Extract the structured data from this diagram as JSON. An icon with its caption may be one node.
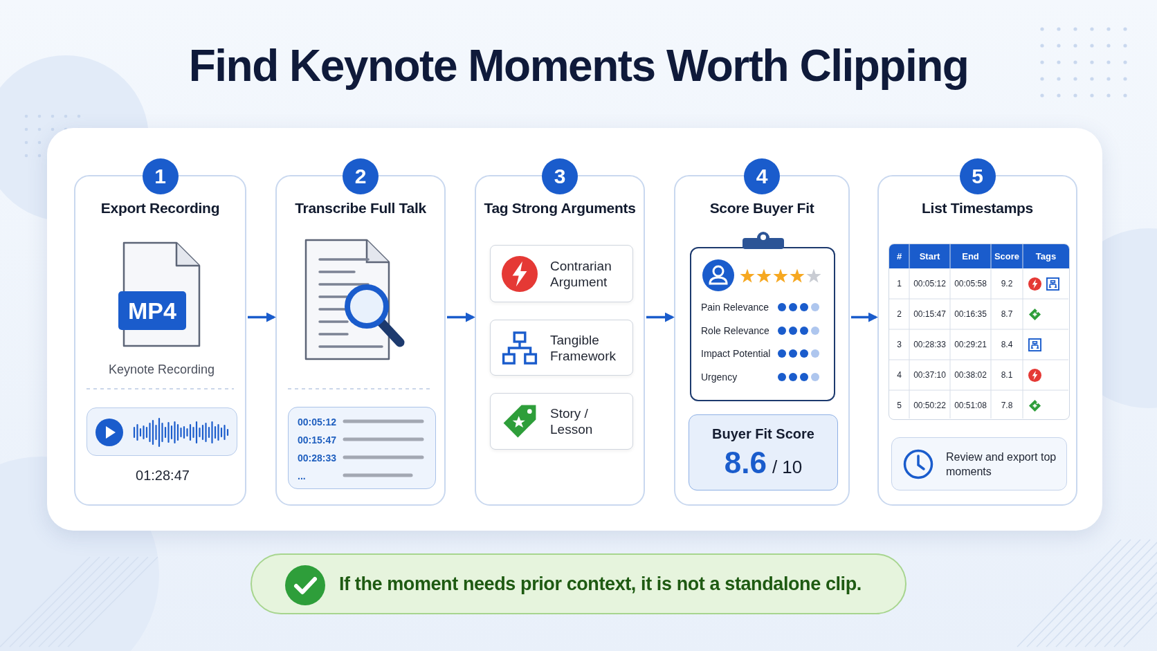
{
  "diagram": {
    "title": "Find Keynote Moments Worth Clipping",
    "nodes": [
      {
        "text": [
          "1",
          "Export Recording"
        ]
      },
      {
        "text": [
          "MP4"
        ],
        "in": 0,
        "beside": [
          "Keynote Recording"
        ]
      },
      {
        "text": [],
        "shape": "box",
        "in": 0,
        "beside": [
          "01:28:47"
        ]
      },
      {
        "text": [
          "2",
          "Transcribe Full Talk"
        ]
      },
      {
        "text": [
          "00:05:12",
          "00:15:47",
          "00:28:33",
          "..."
        ],
        "in": 3
      },
      {
        "text": [
          "3",
          "Tag Strong Arguments"
        ]
      },
      {
        "text": [
          "Contrarian Argument"
        ],
        "in": 5
      },
      {
        "text": [
          "Tangible Framework"
        ],
        "in": 5
      },
      {
        "text": [
          "Story / Lesson"
        ],
        "in": 5
      },
      {
        "text": [
          "4",
          "Score Buyer Fit"
        ]
      },
      {
        "text": [
          "Pain Relevance",
          "Role Relevance",
          "Impact Potential",
          "Urgency"
        ],
        "in": 9
      },
      {
        "text": [
          "Buyer Fit Score",
          "8.6",
          "/ 10"
        ],
        "in": 9
      },
      {
        "text": [
          "5",
          "List Timestamps"
        ]
      },
      {
        "text": [
          "Review and export top moments"
        ],
        "in": 12
      },
      {
        "text": [
          "If the moment needs prior context, it is not a standalone clip."
        ]
      }
    ],
    "edges": [
      {
        "from": 0,
        "to": 3,
        "arrow": "to"
      },
      {
        "from": 3,
        "to": 5,
        "arrow": "to"
      },
      {
        "from": 5,
        "to": 9,
        "arrow": "to"
      },
      {
        "from": 9,
        "to": 12,
        "arrow": "to"
      }
    ],
    "labels": [
      "#",
      "Start",
      "End",
      "Score",
      "Tags",
      "1",
      "00:05:12",
      "00:05:58",
      "9.2",
      "2",
      "00:15:47",
      "00:16:35",
      "8.7",
      "3",
      "00:28:33",
      "00:29:21",
      "8.4",
      "4",
      "00:37:10",
      "00:38:02",
      "8.1",
      "5",
      "00:50:22",
      "00:51:08",
      "7.8"
    ]
  }
}
